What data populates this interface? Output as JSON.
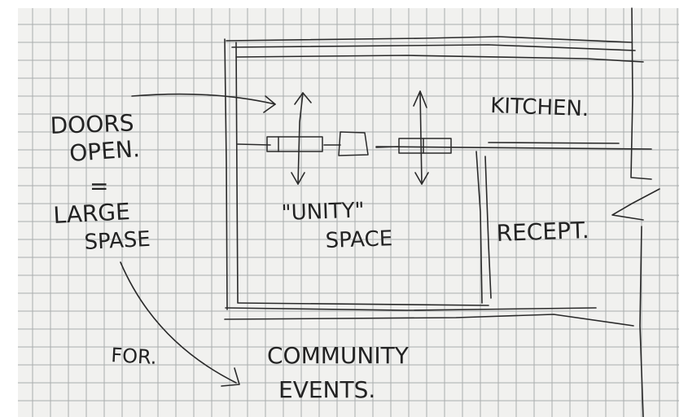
{
  "sketch": {
    "left_notes": {
      "line1": "DOORS",
      "line2": "OPEN.",
      "equals": "=",
      "line3": "LARGE",
      "line4": "SPASE"
    },
    "rooms": {
      "kitchen": "KITCHEN.",
      "unity_line1": "\"UNITY\"",
      "unity_line2": "SPACE",
      "reception": "RECEPT."
    },
    "bottom_notes": {
      "for": "FOR.",
      "community": "COMMUNITY",
      "events": "EVENTS."
    }
  }
}
